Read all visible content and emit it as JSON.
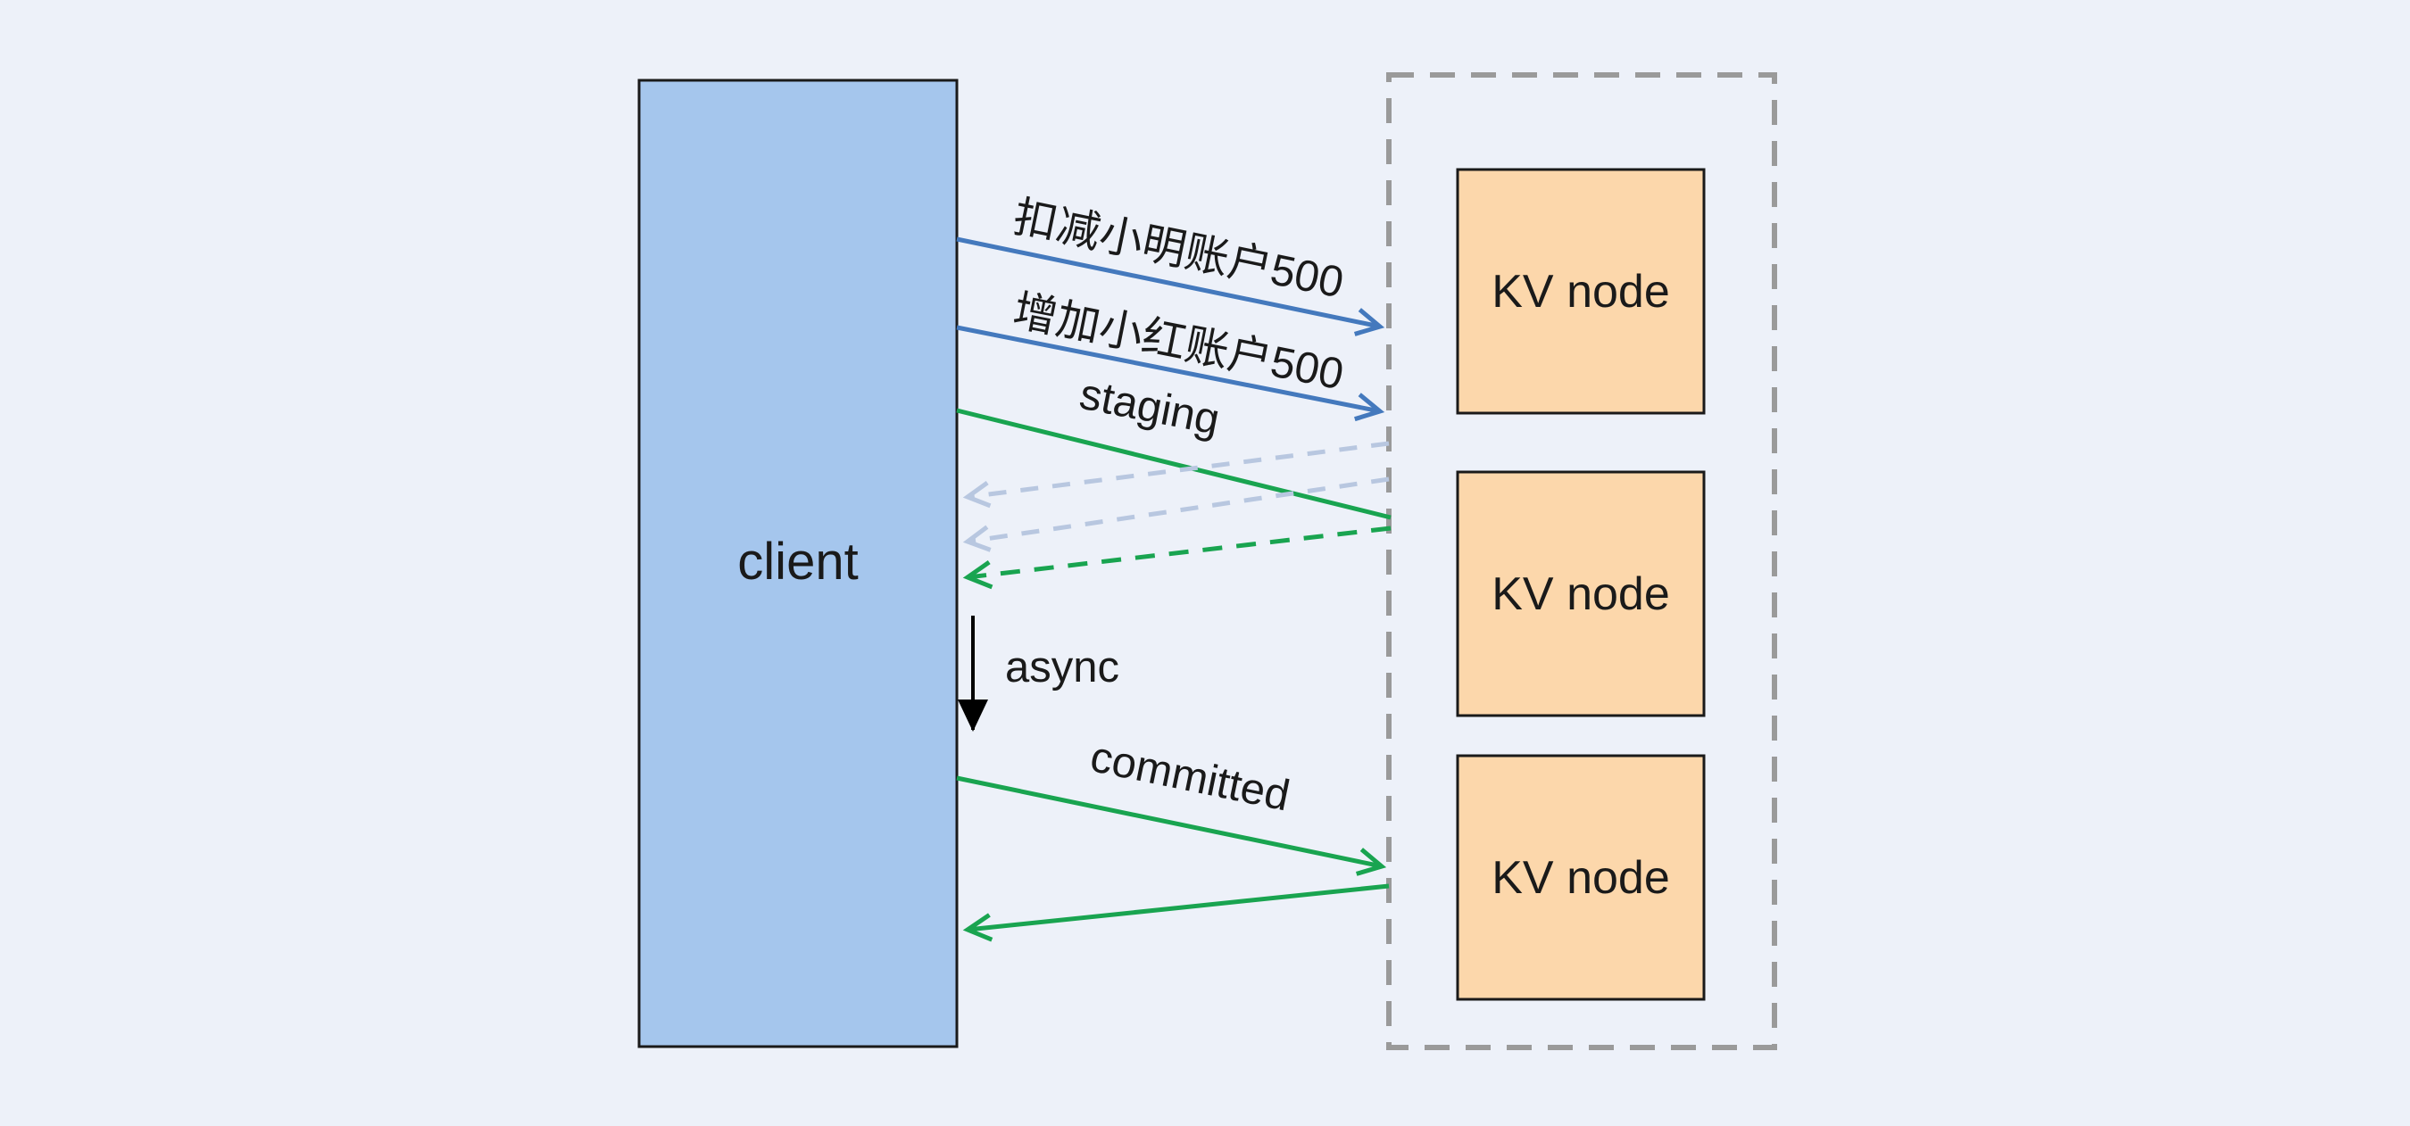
{
  "colors": {
    "background": "#edf1f9",
    "client_fill": "#a5c6ed",
    "kv_fill": "#fcd7ab",
    "box_border": "#1a1a1a",
    "cluster_border": "#9a9a9a",
    "arrow_blue": "#4479bd",
    "arrow_green": "#19a450",
    "arrow_light_dashed": "#b8c7e0",
    "arrow_black": "#000000"
  },
  "client": {
    "label": "client"
  },
  "cluster": {
    "nodes": [
      {
        "label": "KV node"
      },
      {
        "label": "KV node"
      },
      {
        "label": "KV node"
      }
    ]
  },
  "messages": {
    "deduct": "扣减小明账户500",
    "add": "增加小红账户500",
    "staging": "staging",
    "async": "async",
    "committed": "committed"
  }
}
